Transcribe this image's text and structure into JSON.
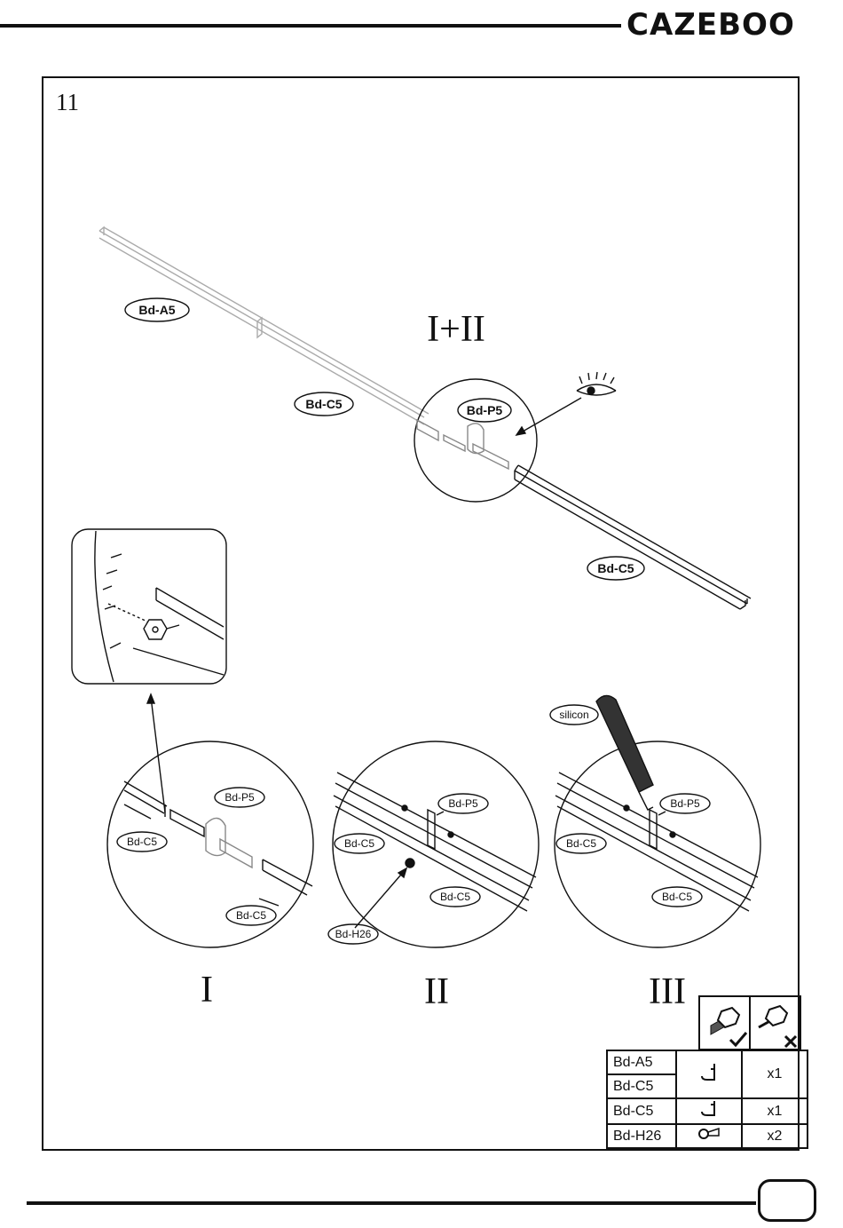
{
  "brand": "CAZEBOO",
  "step": {
    "number": "11"
  },
  "labels": {
    "combined_view": "I+II",
    "view_1": "I",
    "view_2": "II",
    "view_3": "III",
    "silicon": "silicon"
  },
  "callouts": {
    "bd_a5": "Bd-A5",
    "bd_c5": "Bd-C5",
    "bd_p5": "Bd-P5",
    "bd_h26": "Bd-H26"
  },
  "icons": {
    "eye": "eye-icon",
    "bolt_ok": "bolt-tighten-icon",
    "bolt_no": "bolt-do-not-tighten-icon",
    "profile": "profile-j-icon",
    "screw": "screw-icon"
  },
  "parts_table": {
    "rows": [
      {
        "code": "Bd-A5",
        "qty": "x1",
        "icon": "profile-j-icon",
        "group": 1
      },
      {
        "code": "Bd-C5",
        "qty": "",
        "icon": "",
        "group": 1
      },
      {
        "code": "Bd-C5",
        "qty": "x1",
        "icon": "profile-j-icon",
        "group": 2
      },
      {
        "code": "Bd-H26",
        "qty": "x2",
        "icon": "screw-icon",
        "group": 3
      }
    ]
  },
  "page_number": ""
}
